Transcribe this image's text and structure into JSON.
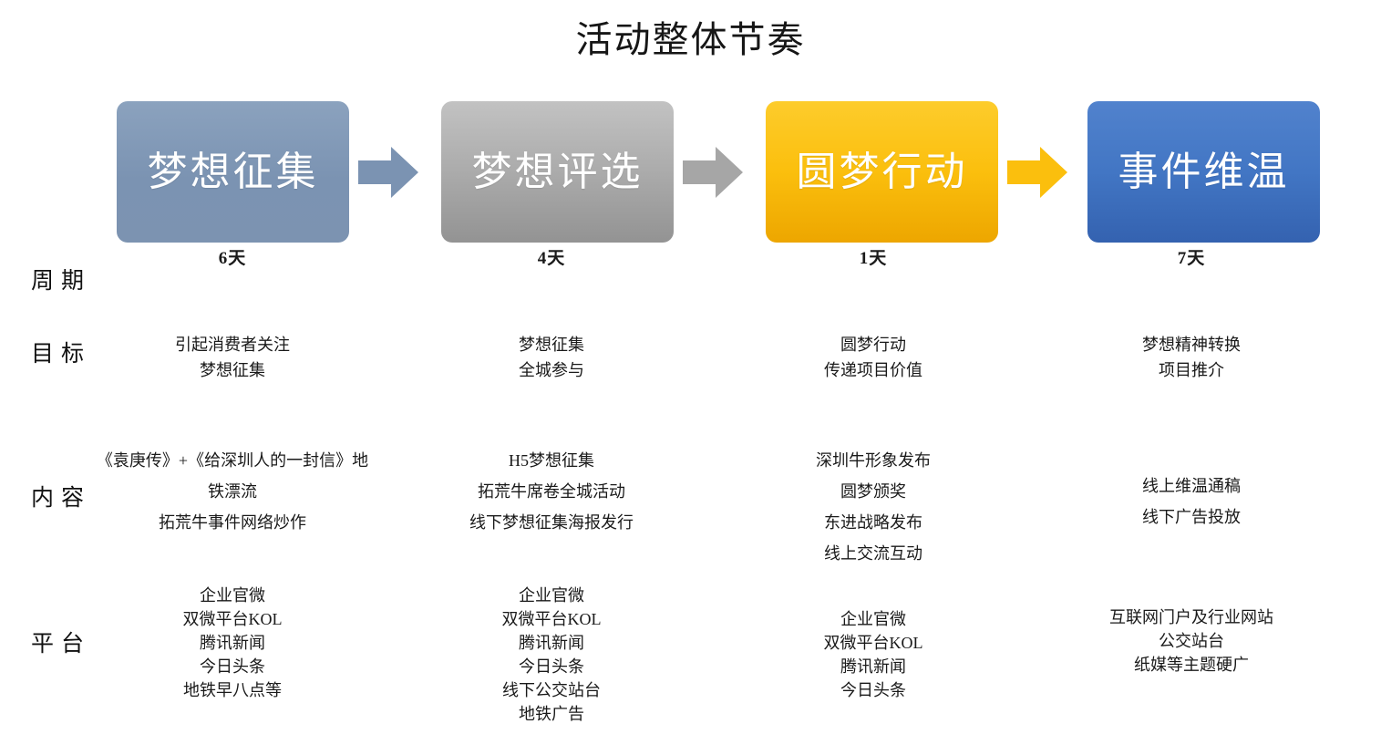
{
  "slide": {
    "title": "活动整体节奏"
  },
  "flow": {
    "stages": [
      {
        "label": "梦想征集",
        "color": "#7b93b2"
      },
      {
        "label": "梦想评选",
        "color": "#ababab"
      },
      {
        "label": "圆梦行动",
        "color": "#fbbf0d"
      },
      {
        "label": "事件维温",
        "color": "#4276c4"
      }
    ],
    "arrows": [
      {
        "name": "arrow-right-icon",
        "color": "#7b93b2"
      },
      {
        "name": "arrow-right-icon",
        "color": "#a6a6a6"
      },
      {
        "name": "arrow-right-icon",
        "color": "#fbbf0d"
      }
    ]
  },
  "matrix": {
    "rows": [
      {
        "label": "周期",
        "cells": [
          {
            "lines": [
              "6天"
            ]
          },
          {
            "lines": [
              "4天"
            ]
          },
          {
            "lines": [
              "1天"
            ]
          },
          {
            "lines": [
              "7天"
            ]
          }
        ]
      },
      {
        "label": "目标",
        "cells": [
          {
            "lines": [
              "引起消费者关注",
              "梦想征集"
            ]
          },
          {
            "lines": [
              "梦想征集",
              "全城参与"
            ]
          },
          {
            "lines": [
              "圆梦行动",
              "传递项目价值"
            ]
          },
          {
            "lines": [
              "梦想精神转换",
              "项目推介"
            ]
          }
        ]
      },
      {
        "label": "内容",
        "cells": [
          {
            "lines": [
              "《袁庚传》+《给深圳人的一封信》地铁漂流",
              "拓荒牛事件网络炒作"
            ]
          },
          {
            "lines": [
              "H5梦想征集",
              "拓荒牛席卷全城活动",
              "线下梦想征集海报发行"
            ]
          },
          {
            "lines": [
              "深圳牛形象发布",
              "圆梦颁奖",
              "东进战略发布",
              "线上交流互动"
            ]
          },
          {
            "lines": [
              "线上维温通稿",
              "线下广告投放"
            ]
          }
        ]
      },
      {
        "label": "平台",
        "cells": [
          {
            "lines": [
              "企业官微",
              "双微平台KOL",
              "腾讯新闻",
              "今日头条",
              "地铁早八点等"
            ]
          },
          {
            "lines": [
              "企业官微",
              "双微平台KOL",
              "腾讯新闻",
              "今日头条",
              "线下公交站台",
              "地铁广告"
            ]
          },
          {
            "lines": [
              "企业官微",
              "双微平台KOL",
              "腾讯新闻",
              "今日头条"
            ]
          },
          {
            "lines": [
              "互联网门户及行业网站",
              "公交站台",
              "纸媒等主题硬广"
            ]
          }
        ]
      }
    ]
  }
}
